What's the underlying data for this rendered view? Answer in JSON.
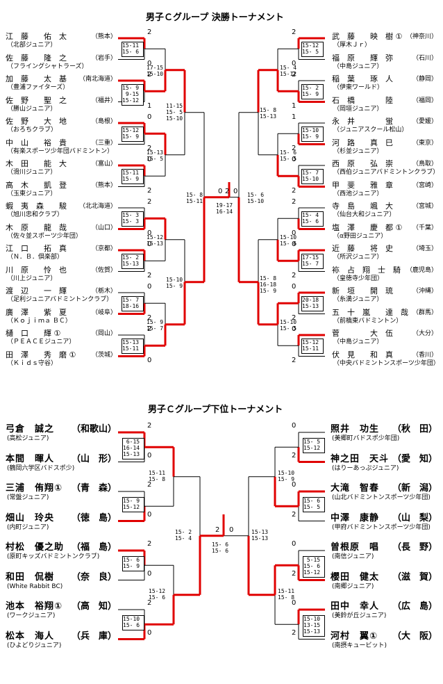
{
  "final_title": "男子Ｃグループ 決勝トーナメント",
  "lower_title": "男子Ｃグループ下位トーナメント",
  "final_left": [
    {
      "name": "江　藤　　佑　太",
      "pref": "（熊本）",
      "team": "（北部ジュニア）"
    },
    {
      "name": "佐　藤　　隆　之",
      "pref": "（岩手）",
      "team": "（フライングシャトラーズ）"
    },
    {
      "name": "加　藤　　太　基",
      "pref": "（南北海道）",
      "team": "（豊浦ファイターズ）"
    },
    {
      "name": "佐　野　　聖　之",
      "pref": "（福井）",
      "team": "（勝山ジュニア）"
    },
    {
      "name": "佐　野　　大　地",
      "pref": "（島根）",
      "team": "（おろちクラブ）"
    },
    {
      "name": "中　山　　裕　貴",
      "pref": "（三重）",
      "team": "（有楽スポーツ少年団バドミントン）"
    },
    {
      "name": "木　田　　能　大",
      "pref": "（富山）",
      "team": "（滑川ジュニア）"
    },
    {
      "name": "高　木　　凱　登",
      "pref": "（熊本）",
      "team": "（玉東ジュニア）"
    },
    {
      "name": "蝦　夷　森　　駿",
      "pref": "（北北海道）",
      "team": "（旭川忠和クラブ）"
    },
    {
      "name": "木　原　　龍　哉",
      "pref": "（山口）",
      "team": "（佐々並スポーツ少年団）"
    },
    {
      "name": "江　口　　拓　真",
      "pref": "（京都）",
      "team": "（Ｎ．Ｂ．倶楽部）"
    },
    {
      "name": "川　原　　怜　也",
      "pref": "（佐賀）",
      "team": "（川上ジュニア）"
    },
    {
      "name": "渡　辺　　一　輝",
      "pref": "（栃木）",
      "team": "（足利ジュニアバドミントンクラブ）"
    },
    {
      "name": "廣　澤　　紫　夏",
      "pref": "（岐阜）",
      "team": "（Ｋｏｊｉｍａ ＢＣ）"
    },
    {
      "name": "樋　口　　輝 ①",
      "pref": "（岡山）",
      "team": "（ＰＥＡＣＥジュニア）"
    },
    {
      "name": "田　澤　　秀　磨 ①",
      "pref": "（茨城）",
      "team": "（Ｋｉｄｓ守谷）"
    }
  ],
  "final_right": [
    {
      "name": "武　藤　　映　樹 ①",
      "pref": "（神奈川）",
      "team": "（厚木Ｊｒ）"
    },
    {
      "name": "福　原　　輝　弥",
      "pref": "（石川）",
      "team": "（中島ジュニア）"
    },
    {
      "name": "稲　葉　　琢　人",
      "pref": "（静岡）",
      "team": "（伊東ワールド）"
    },
    {
      "name": "石　橋　　　　陸",
      "pref": "（福岡）",
      "team": "（岡垣ジュニア）"
    },
    {
      "name": "永　井　　　　蛍",
      "pref": "（愛媛）",
      "team": "（ジュニアスクール松山）"
    },
    {
      "name": "河　路　　真　巳",
      "pref": "（東京）",
      "team": "（杉並ジュニア）"
    },
    {
      "name": "西　原　　弘　崇",
      "pref": "（鳥取）",
      "team": "（西伯ジュニアバドミントンクラブ）"
    },
    {
      "name": "甲　斐　　雅　章",
      "pref": "（宮崎）",
      "team": "（西池ジュニア）"
    },
    {
      "name": "寺　島　　颯　大",
      "pref": "（宮城）",
      "team": "（仙台大和ジュニア）"
    },
    {
      "name": "塩　澤　　慶　都 ①",
      "pref": "（千葉）",
      "team": "（α野田ジュニア）"
    },
    {
      "name": "近　藤　　将　史",
      "pref": "（埼玉）",
      "team": "（所沢ジュニア）"
    },
    {
      "name": "袮　占　翔　士　騎",
      "pref": "（鹿児島）",
      "team": "（皇徳寺少年団）"
    },
    {
      "name": "新　垣　　開　琉",
      "pref": "（沖縄）",
      "team": "（糸満ジュニア）"
    },
    {
      "name": "五　十　嵐　　達　哉",
      "pref": "（群馬）",
      "team": "（前橋東バドミントン）"
    },
    {
      "name": "菅　　　　大　伍",
      "pref": "（大分）",
      "team": "（中島ジュニア）"
    },
    {
      "name": "伏　見　　和　真",
      "pref": "（香川）",
      "team": "（中央バドミントンスポーツ少年団）"
    }
  ],
  "lower_left": [
    {
      "name": "弓倉　誠之",
      "pref": "（和歌山）",
      "team": "(高松ジュニア)"
    },
    {
      "name": "本間　暉人",
      "pref": "（山　形）",
      "team": "(鶴岡六学区バドスポ少)"
    },
    {
      "name": "三浦　侑翔①",
      "pref": "（青　森）",
      "team": "(常盤ジュニア)"
    },
    {
      "name": "畑山　玲央",
      "pref": "（徳　島）",
      "team": "(内町ジュニア)"
    },
    {
      "name": "村松　優之助",
      "pref": "（福　島）",
      "team": "(原町キッズバドミントンクラブ)"
    },
    {
      "name": "和田　侃樹",
      "pref": "（奈　良）",
      "team": "(White Rabbit BC)"
    },
    {
      "name": "池本　裕翔①",
      "pref": "（高　知）",
      "team": "(ワークジュニア)"
    },
    {
      "name": "松本　海人",
      "pref": "（兵　庫）",
      "team": "(ひよどりジュニア)"
    }
  ],
  "lower_right": [
    {
      "name": "照井　功生",
      "pref": "（秋　田）",
      "team": "(美郷町バドスポ少年団)"
    },
    {
      "name": "神之田　天斗",
      "pref": "（愛　知）",
      "team": "(はりーあっぷジュニア)"
    },
    {
      "name": "大滝　智春",
      "pref": "（新　潟）",
      "team": "(山北バドミントンスポーツ少年団)"
    },
    {
      "name": "中澤　康静",
      "pref": "（山　梨）",
      "team": "(甲府バドミントンスポーツ少年団)"
    },
    {
      "name": "曽根原　唱",
      "pref": "（長　野）",
      "team": "(南信ジュニア)"
    },
    {
      "name": "櫻田　健太",
      "pref": "（滋　賀）",
      "team": "(南郷ジュニア)"
    },
    {
      "name": "田中　幸人",
      "pref": "（広　島）",
      "team": "(美鈴が丘ジュニア)"
    },
    {
      "name": "河村　翼①",
      "pref": "（大　阪）",
      "team": "(南摂キュービット)"
    }
  ],
  "scores": {
    "f_l1": "15-11\n15- 6",
    "f_l2": "15- 9\n 9-15\n15-12",
    "f_l3": "15-12\n15- 9",
    "f_l4": "15-11\n15- 9",
    "f_l5": "15- 3\n15- 3",
    "f_l6": "15- 2\n15-13",
    "f_l7": "15- 7\n18-16",
    "f_l8": "15-13\n15-11",
    "f_l9": "17-15\n15-10",
    "f_l10": "15-13\n15- 5",
    "f_l11": "15-12\n15-13",
    "f_l12": "15- 9\n15- 7",
    "f_l13": "11-15\n15- 5\n15-10",
    "f_l14": "15-10\n15- 9",
    "f_l15": "15- 8\n15-11",
    "f_c": "19-17\n16-14",
    "f_r1": "15-12\n15- 5",
    "f_r2": "15- 2\n15- 9",
    "f_r3": "15-10\n15- 9",
    "f_r4": "15- 7\n15-10",
    "f_r5": "15- 4\n15- 6",
    "f_r6": "17-15\n15- 7",
    "f_r7": "20-18\n15-13",
    "f_r8": "15-12\n15-11",
    "f_r9": "15- 4\n15-12",
    "f_r10": "15- 6\n15- 5",
    "f_r11": "15-10\n15- 6",
    "f_r12": "15-10\n15- 5",
    "f_r13": "15- 8\n15-13",
    "f_r14": "15- 8\n16-18\n15- 9",
    "f_r15": "15- 6\n15-10",
    "l_l1": " 6-15\n16-14\n15-13",
    "l_l2": "15- 9\n15-12",
    "l_l3": "15- 6\n15- 9",
    "l_l4": "15-10\n15- 6",
    "l_l5": "15-11\n15- 8",
    "l_l6": "15-12\n15- 6",
    "l_l7": "15- 2\n15- 4",
    "l_c": "15- 6\n15- 6",
    "l_r1": "15- 5\n15-12",
    "l_r2": "15- 6\n15- 5",
    "l_r3": " 5-15\n15- 6\n15-12",
    "l_r4": "15-10\n13-15\n15-13",
    "l_r5": "15-10\n15- 9",
    "l_r6": "15-11\n15- 8",
    "l_r7": "15-13\n15-13"
  },
  "results": [
    "2",
    "0",
    "2",
    "1",
    "0",
    "2",
    "0",
    "2",
    "2",
    "0",
    "0",
    "2",
    "0",
    "2",
    "2",
    "0",
    "2",
    "0",
    "2",
    "1",
    "1",
    "2",
    "0",
    "2",
    "2",
    "0",
    "0",
    "2",
    "0",
    "2",
    "0",
    "2"
  ]
}
